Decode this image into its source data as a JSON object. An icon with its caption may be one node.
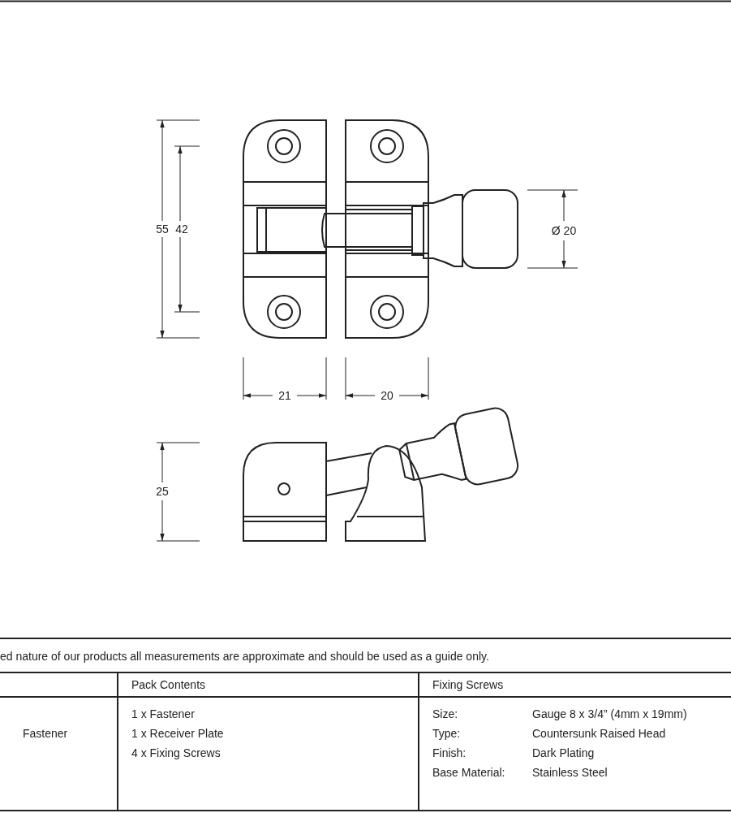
{
  "diagram": {
    "labels": [
      "55",
      "42",
      "Ø 20",
      "21",
      "20",
      "25",
      "ed nature of our products all measurements are approximate and should be used as a guide only.",
      "Pack Contents",
      "Fixing Screws",
      "Fastener",
      "1 x Fastener",
      "1 x Receiver Plate",
      "4 x Fixing Screws",
      "Size:",
      "Gauge 8 x 3/4” (4mm x 19mm)",
      "Type:",
      "Countersunk Raised Head",
      "Finish:",
      "Dark Plating",
      "Base Material:",
      "Stainless Steel"
    ]
  }
}
